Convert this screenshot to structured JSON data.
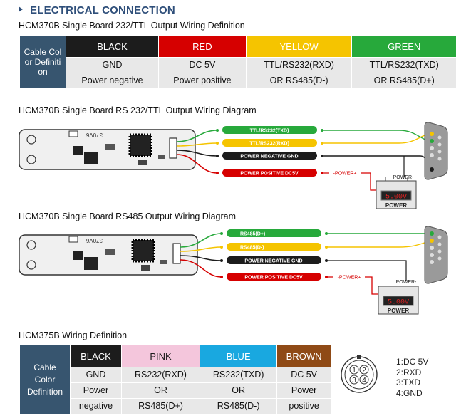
{
  "section_title": "ELECTRICAL CONNECTION",
  "table1": {
    "title": "HCM370B Single Board 232/TTL Output Wiring Definition",
    "label": "Cable Color Definition",
    "columns": [
      {
        "name": "BLACK",
        "color": "#1c1c1c",
        "text_color": "#ffffff",
        "line1": "GND",
        "line2": "Power negative"
      },
      {
        "name": "RED",
        "color": "#d60000",
        "text_color": "#ffffff",
        "line1": "DC 5V",
        "line2": "Power positive"
      },
      {
        "name": "YELLOW",
        "color": "#f5c400",
        "text_color": "#ffffff",
        "line1": "TTL/RS232(RXD)",
        "line2": "OR RS485(D-)"
      },
      {
        "name": "GREEN",
        "color": "#27a93b",
        "text_color": "#ffffff",
        "line1": "TTL/RS232(TXD)",
        "line2": "OR RS485(D+)"
      }
    ]
  },
  "diagram1": {
    "title": "HCM370B Single Board RS 232/TTL Output Wiring Diagram",
    "board_mark": "370V6",
    "wires": [
      "TTL/RS232(TXD)",
      "TTL/RS232(RXD)",
      "POWER NEGATIVE GND",
      "POWER POSITIVE DC5V"
    ],
    "power_label": "-POWER+",
    "psu_top_label": "POWER-",
    "psu_display": "5.00V",
    "psu_label": "POWER"
  },
  "diagram2": {
    "title": "HCM370B Single Board RS485 Output Wiring Diagram",
    "board_mark": "370V6",
    "wires": [
      "RS485(D+)",
      "RS485(D-)",
      "POWER NEGATIVE GND",
      "POWER POSITIVE DC5V"
    ],
    "power_label": "-POWER+",
    "psu_top_label": "POWER-",
    "psu_display": "5.00V",
    "psu_label": "POWER"
  },
  "table2": {
    "title": "HCM375B Wiring Definition",
    "label": "Cable Color Definition",
    "columns": [
      {
        "name": "BLACK",
        "color": "#1c1c1c",
        "text_color": "#ffffff",
        "lines": [
          "GND",
          "Power",
          "negative"
        ]
      },
      {
        "name": "PINK",
        "color": "#f4c6dc",
        "text_color": "#1a1a1a",
        "lines": [
          "RS232(RXD)",
          "OR",
          "RS485(D+)"
        ]
      },
      {
        "name": "BLUE",
        "color": "#19a8e0",
        "text_color": "#ffffff",
        "lines": [
          "RS232(TXD)",
          "OR",
          "RS485(D-)"
        ]
      },
      {
        "name": "BROWN",
        "color": "#8f4a16",
        "text_color": "#ffffff",
        "lines": [
          "DC 5V",
          "Power",
          "positive"
        ]
      }
    ]
  },
  "connector": {
    "pins": [
      "1",
      "2",
      "3",
      "4"
    ],
    "legend": [
      "1:DC 5V",
      "2:RXD",
      "3:TXD",
      "4:GND"
    ]
  },
  "colors": {
    "accent": "#2f4f7a",
    "label_bg": "#37556f",
    "cell_bg": "#e8e8e8",
    "green": "#27a93b",
    "yellow": "#f5c400",
    "black": "#1c1c1c",
    "red": "#d60000"
  }
}
